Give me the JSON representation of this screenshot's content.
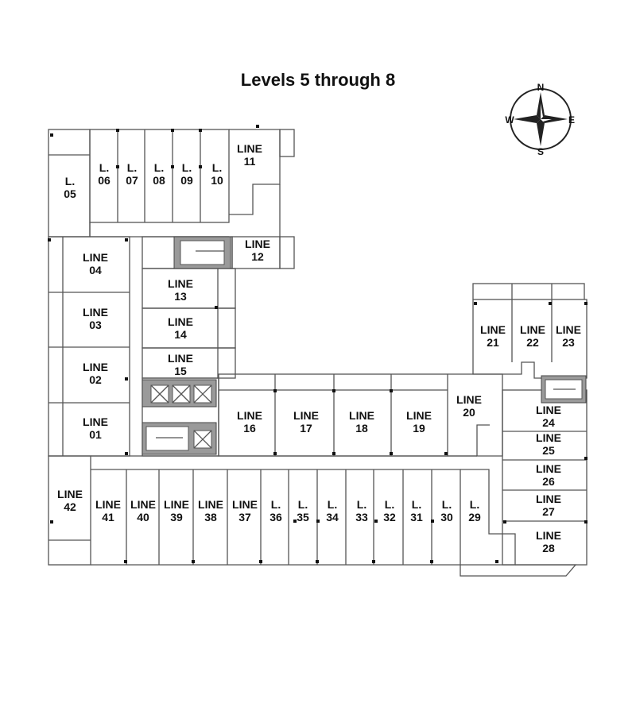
{
  "title": "Levels 5 through 8",
  "compass": {
    "n": "N",
    "e": "E",
    "s": "S",
    "w": "W"
  },
  "units": [
    {
      "id": "05",
      "lines": [
        "L.",
        "05"
      ]
    },
    {
      "id": "06",
      "lines": [
        "L.",
        "06"
      ]
    },
    {
      "id": "07",
      "lines": [
        "L.",
        "07"
      ]
    },
    {
      "id": "08",
      "lines": [
        "L.",
        "08"
      ]
    },
    {
      "id": "09",
      "lines": [
        "L.",
        "09"
      ]
    },
    {
      "id": "10",
      "lines": [
        "L.",
        "10"
      ]
    },
    {
      "id": "11",
      "lines": [
        "LINE",
        "11"
      ]
    },
    {
      "id": "12",
      "lines": [
        "LINE",
        "12"
      ]
    },
    {
      "id": "04",
      "lines": [
        "LINE",
        "04"
      ]
    },
    {
      "id": "03",
      "lines": [
        "LINE",
        "03"
      ]
    },
    {
      "id": "02",
      "lines": [
        "LINE",
        "02"
      ]
    },
    {
      "id": "01",
      "lines": [
        "LINE",
        "01"
      ]
    },
    {
      "id": "13",
      "lines": [
        "LINE",
        "13"
      ]
    },
    {
      "id": "14",
      "lines": [
        "LINE",
        "14"
      ]
    },
    {
      "id": "15",
      "lines": [
        "LINE",
        "15"
      ]
    },
    {
      "id": "16",
      "lines": [
        "LINE",
        "16"
      ]
    },
    {
      "id": "17",
      "lines": [
        "LINE",
        "17"
      ]
    },
    {
      "id": "18",
      "lines": [
        "LINE",
        "18"
      ]
    },
    {
      "id": "19",
      "lines": [
        "LINE",
        "19"
      ]
    },
    {
      "id": "20",
      "lines": [
        "LINE",
        "20"
      ]
    },
    {
      "id": "21",
      "lines": [
        "LINE",
        "21"
      ]
    },
    {
      "id": "22",
      "lines": [
        "LINE",
        "22"
      ]
    },
    {
      "id": "23",
      "lines": [
        "LINE",
        "23"
      ]
    },
    {
      "id": "24",
      "lines": [
        "LINE",
        "24"
      ]
    },
    {
      "id": "25",
      "lines": [
        "LINE",
        "25"
      ]
    },
    {
      "id": "26",
      "lines": [
        "LINE",
        "26"
      ]
    },
    {
      "id": "27",
      "lines": [
        "LINE",
        "27"
      ]
    },
    {
      "id": "28",
      "lines": [
        "LINE",
        "28"
      ]
    },
    {
      "id": "29",
      "lines": [
        "L.",
        "29"
      ]
    },
    {
      "id": "30",
      "lines": [
        "L.",
        "30"
      ]
    },
    {
      "id": "31",
      "lines": [
        "L.",
        "31"
      ]
    },
    {
      "id": "32",
      "lines": [
        "L.",
        "32"
      ]
    },
    {
      "id": "33",
      "lines": [
        "L.",
        "33"
      ]
    },
    {
      "id": "34",
      "lines": [
        "L.",
        "34"
      ]
    },
    {
      "id": "35",
      "lines": [
        "L.",
        "35"
      ]
    },
    {
      "id": "36",
      "lines": [
        "L.",
        "36"
      ]
    },
    {
      "id": "37",
      "lines": [
        "LINE",
        "37"
      ]
    },
    {
      "id": "38",
      "lines": [
        "LINE",
        "38"
      ]
    },
    {
      "id": "39",
      "lines": [
        "LINE",
        "39"
      ]
    },
    {
      "id": "40",
      "lines": [
        "LINE",
        "40"
      ]
    },
    {
      "id": "41",
      "lines": [
        "LINE",
        "41"
      ]
    },
    {
      "id": "42",
      "lines": [
        "LINE",
        "42"
      ]
    }
  ]
}
